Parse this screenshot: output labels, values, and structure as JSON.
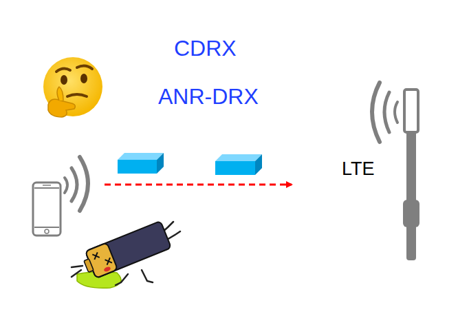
{
  "diagram": {
    "labels": [
      "CDRX",
      "ANR-DRX",
      "LTE"
    ]
  }
}
